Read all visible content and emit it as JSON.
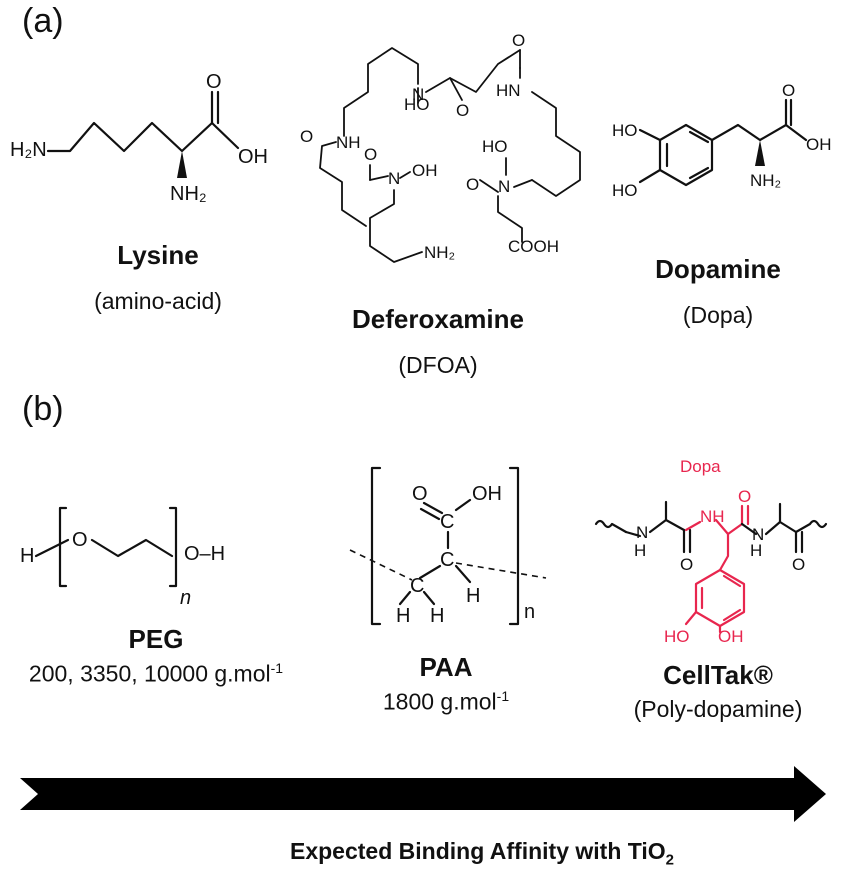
{
  "panel_a": {
    "label": "(a)",
    "compounds": [
      {
        "name": "Lysine",
        "subtitle": "(amino-acid)"
      },
      {
        "name": "Deferoxamine",
        "subtitle": "(DFOA)"
      },
      {
        "name": "Dopamine",
        "subtitle": "(Dopa)"
      }
    ]
  },
  "panel_b": {
    "label": "(b)",
    "compounds": [
      {
        "name": "PEG",
        "subtitle": "200, 3350, 10000 g.mol",
        "superscript": "-1"
      },
      {
        "name": "PAA",
        "subtitle": "1800 g.mol",
        "superscript": "-1"
      },
      {
        "name": "CellTak®",
        "subtitle": "(Poly-dopamine)"
      }
    ],
    "dopa_label": "Dopa",
    "highlight_color": "#e8264e"
  },
  "atoms": {
    "h2n": "H₂N",
    "nh2": "NH₂",
    "o": "O",
    "oh": "OH",
    "ho": "HO",
    "nh": "NH",
    "hn": "HN",
    "h": "H",
    "n": "N",
    "cooh": "COOH",
    "c": "C",
    "o_h": "O–H",
    "n_sub": "n"
  },
  "arrow": {
    "caption": "Expected Binding Affinity with TiO",
    "caption_sub": "2",
    "color": "#000000"
  }
}
